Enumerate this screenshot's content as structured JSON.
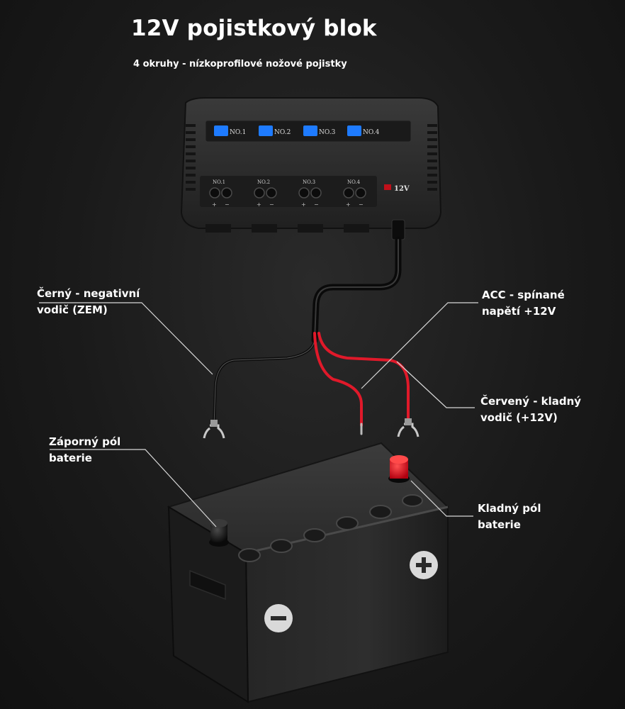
{
  "title": "12V pojistkový blok",
  "subtitle": "4 okruhy - nízkoprofilové nožové pojistky",
  "fuse_block": {
    "led_labels": [
      "NO.1",
      "NO.2",
      "NO.3",
      "NO.4"
    ],
    "terminal_labels": [
      "NO.1",
      "NO.2",
      "NO.3",
      "NO.4"
    ],
    "voltage_badge": "12V",
    "plus_sign": "+",
    "minus_sign": "−",
    "led_color": "#1e7bff"
  },
  "callouts": {
    "black_wire": [
      "Černý - negativní",
      "vodič (ZEM)"
    ],
    "acc": [
      "ACC - spínané",
      "napětí +12V"
    ],
    "red_wire": [
      "Červený - kladný",
      "vodič (+12V)"
    ],
    "negative_pole": [
      "Záporný pól",
      "baterie"
    ],
    "positive_pole": [
      "Kladný pól",
      "baterie"
    ]
  },
  "colors": {
    "red_wire": "#e0192a",
    "positive_cap": "#e8101c",
    "leader_line": "#d8d8d8"
  }
}
